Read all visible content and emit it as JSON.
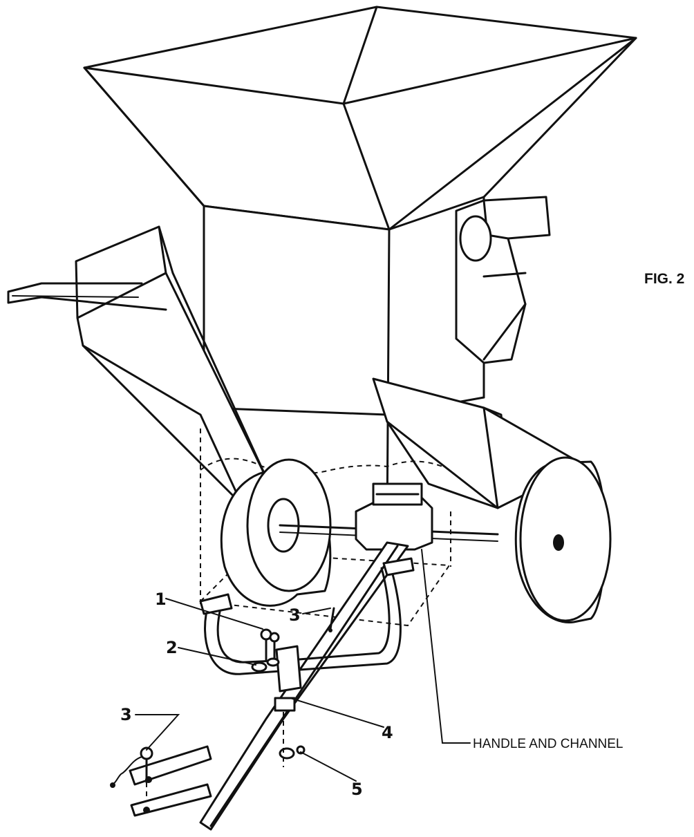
{
  "figure": {
    "label": "FIG. 2"
  },
  "callouts": [
    {
      "id": "part-1",
      "text": "1"
    },
    {
      "id": "part-2",
      "text": "2"
    },
    {
      "id": "part-3a",
      "text": "3"
    },
    {
      "id": "part-3b",
      "text": "3"
    },
    {
      "id": "part-4",
      "text": "4"
    },
    {
      "id": "part-5",
      "text": "5"
    }
  ],
  "labels": {
    "handle_and_channel": "HANDLE AND CHANNEL"
  }
}
